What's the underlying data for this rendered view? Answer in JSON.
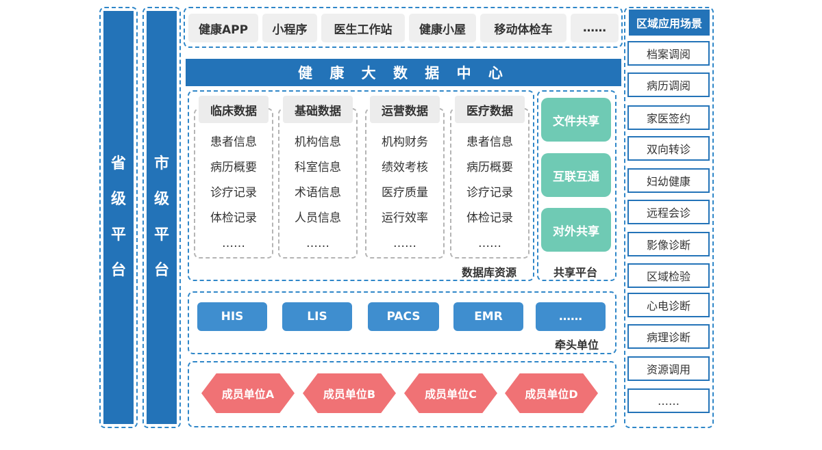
{
  "province_platform": [
    "省",
    "级",
    "平",
    "台"
  ],
  "city_platform": [
    "市",
    "级",
    "平",
    "台"
  ],
  "top_apps": [
    "健康APP",
    "小程序",
    "医生工作站",
    "健康小屋",
    "移动体检车",
    "……"
  ],
  "banner_title": "健 康 大 数 据 中 心",
  "data_columns": [
    {
      "title": "临床数据",
      "items": [
        "患者信息",
        "病历概要",
        "诊疗记录",
        "体检记录",
        "……"
      ]
    },
    {
      "title": "基础数据",
      "items": [
        "机构信息",
        "科室信息",
        "术语信息",
        "人员信息",
        "……"
      ]
    },
    {
      "title": "运营数据",
      "items": [
        "机构财务",
        "绩效考核",
        "医疗质量",
        "运行效率",
        "……"
      ]
    },
    {
      "title": "医疗数据",
      "items": [
        "患者信息",
        "病历概要",
        "诊疗记录",
        "体检记录",
        "……"
      ]
    }
  ],
  "database_caption": "数据库资源",
  "share_buttons": [
    "文件共享",
    "互联互通",
    "对外共享"
  ],
  "share_caption": "共享平台",
  "systems": [
    "HIS",
    "LIS",
    "PACS",
    "EMR",
    "……"
  ],
  "lead_caption": "牵头单位",
  "members": [
    "成员单位A",
    "成员单位B",
    "成员单位C",
    "成员单位D"
  ],
  "scenes_title": "区域应用场景",
  "scenes": [
    "档案调阅",
    "病历调阅",
    "家医签约",
    "双向转诊",
    "妇幼健康",
    "远程会诊",
    "影像诊断",
    "区域检验",
    "心电诊断",
    "病理诊断",
    "资源调用",
    "……"
  ],
  "colors": {
    "primary_blue": "#2373b8",
    "button_blue": "#3f8ecf",
    "green": "#6fcab4",
    "coral": "#f07275",
    "dash_blue": "#2e86c8"
  }
}
